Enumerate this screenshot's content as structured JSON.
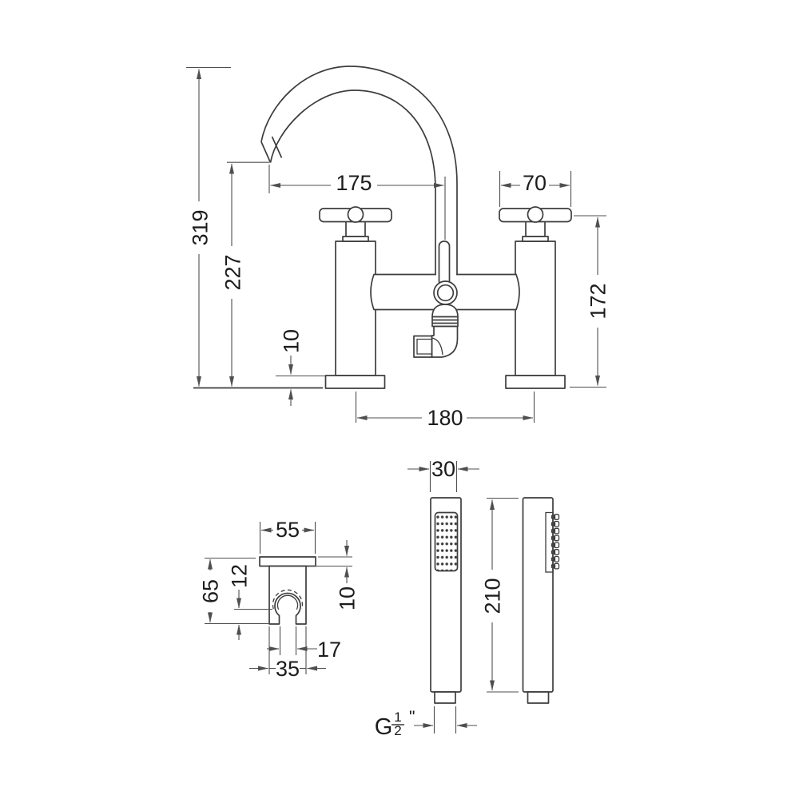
{
  "colors": {
    "object_line": "#3d3d3d",
    "dimension_line": "#4f4f4f",
    "text": "#1c1c1c",
    "background": "#ffffff"
  },
  "views": {
    "mixer_front": {
      "dims": {
        "spout_reach": "175",
        "handle_width": "70",
        "overall_height": "319",
        "spout_outlet_height": "227",
        "body_height": "172",
        "base_plate_height": "10",
        "tap_centres": "180"
      }
    },
    "wall_bracket": {
      "dims": {
        "plate_width": "55",
        "hook_offset": "12",
        "overall_height": "65",
        "plate_thickness": "10",
        "opening_width": "17",
        "body_width": "35"
      }
    },
    "handset": {
      "dims": {
        "width": "30",
        "length": "210"
      }
    },
    "connector": {
      "thread_prefix": "G",
      "fraction_numerator": "1",
      "fraction_denominator": "2",
      "inch_mark": "\""
    }
  }
}
